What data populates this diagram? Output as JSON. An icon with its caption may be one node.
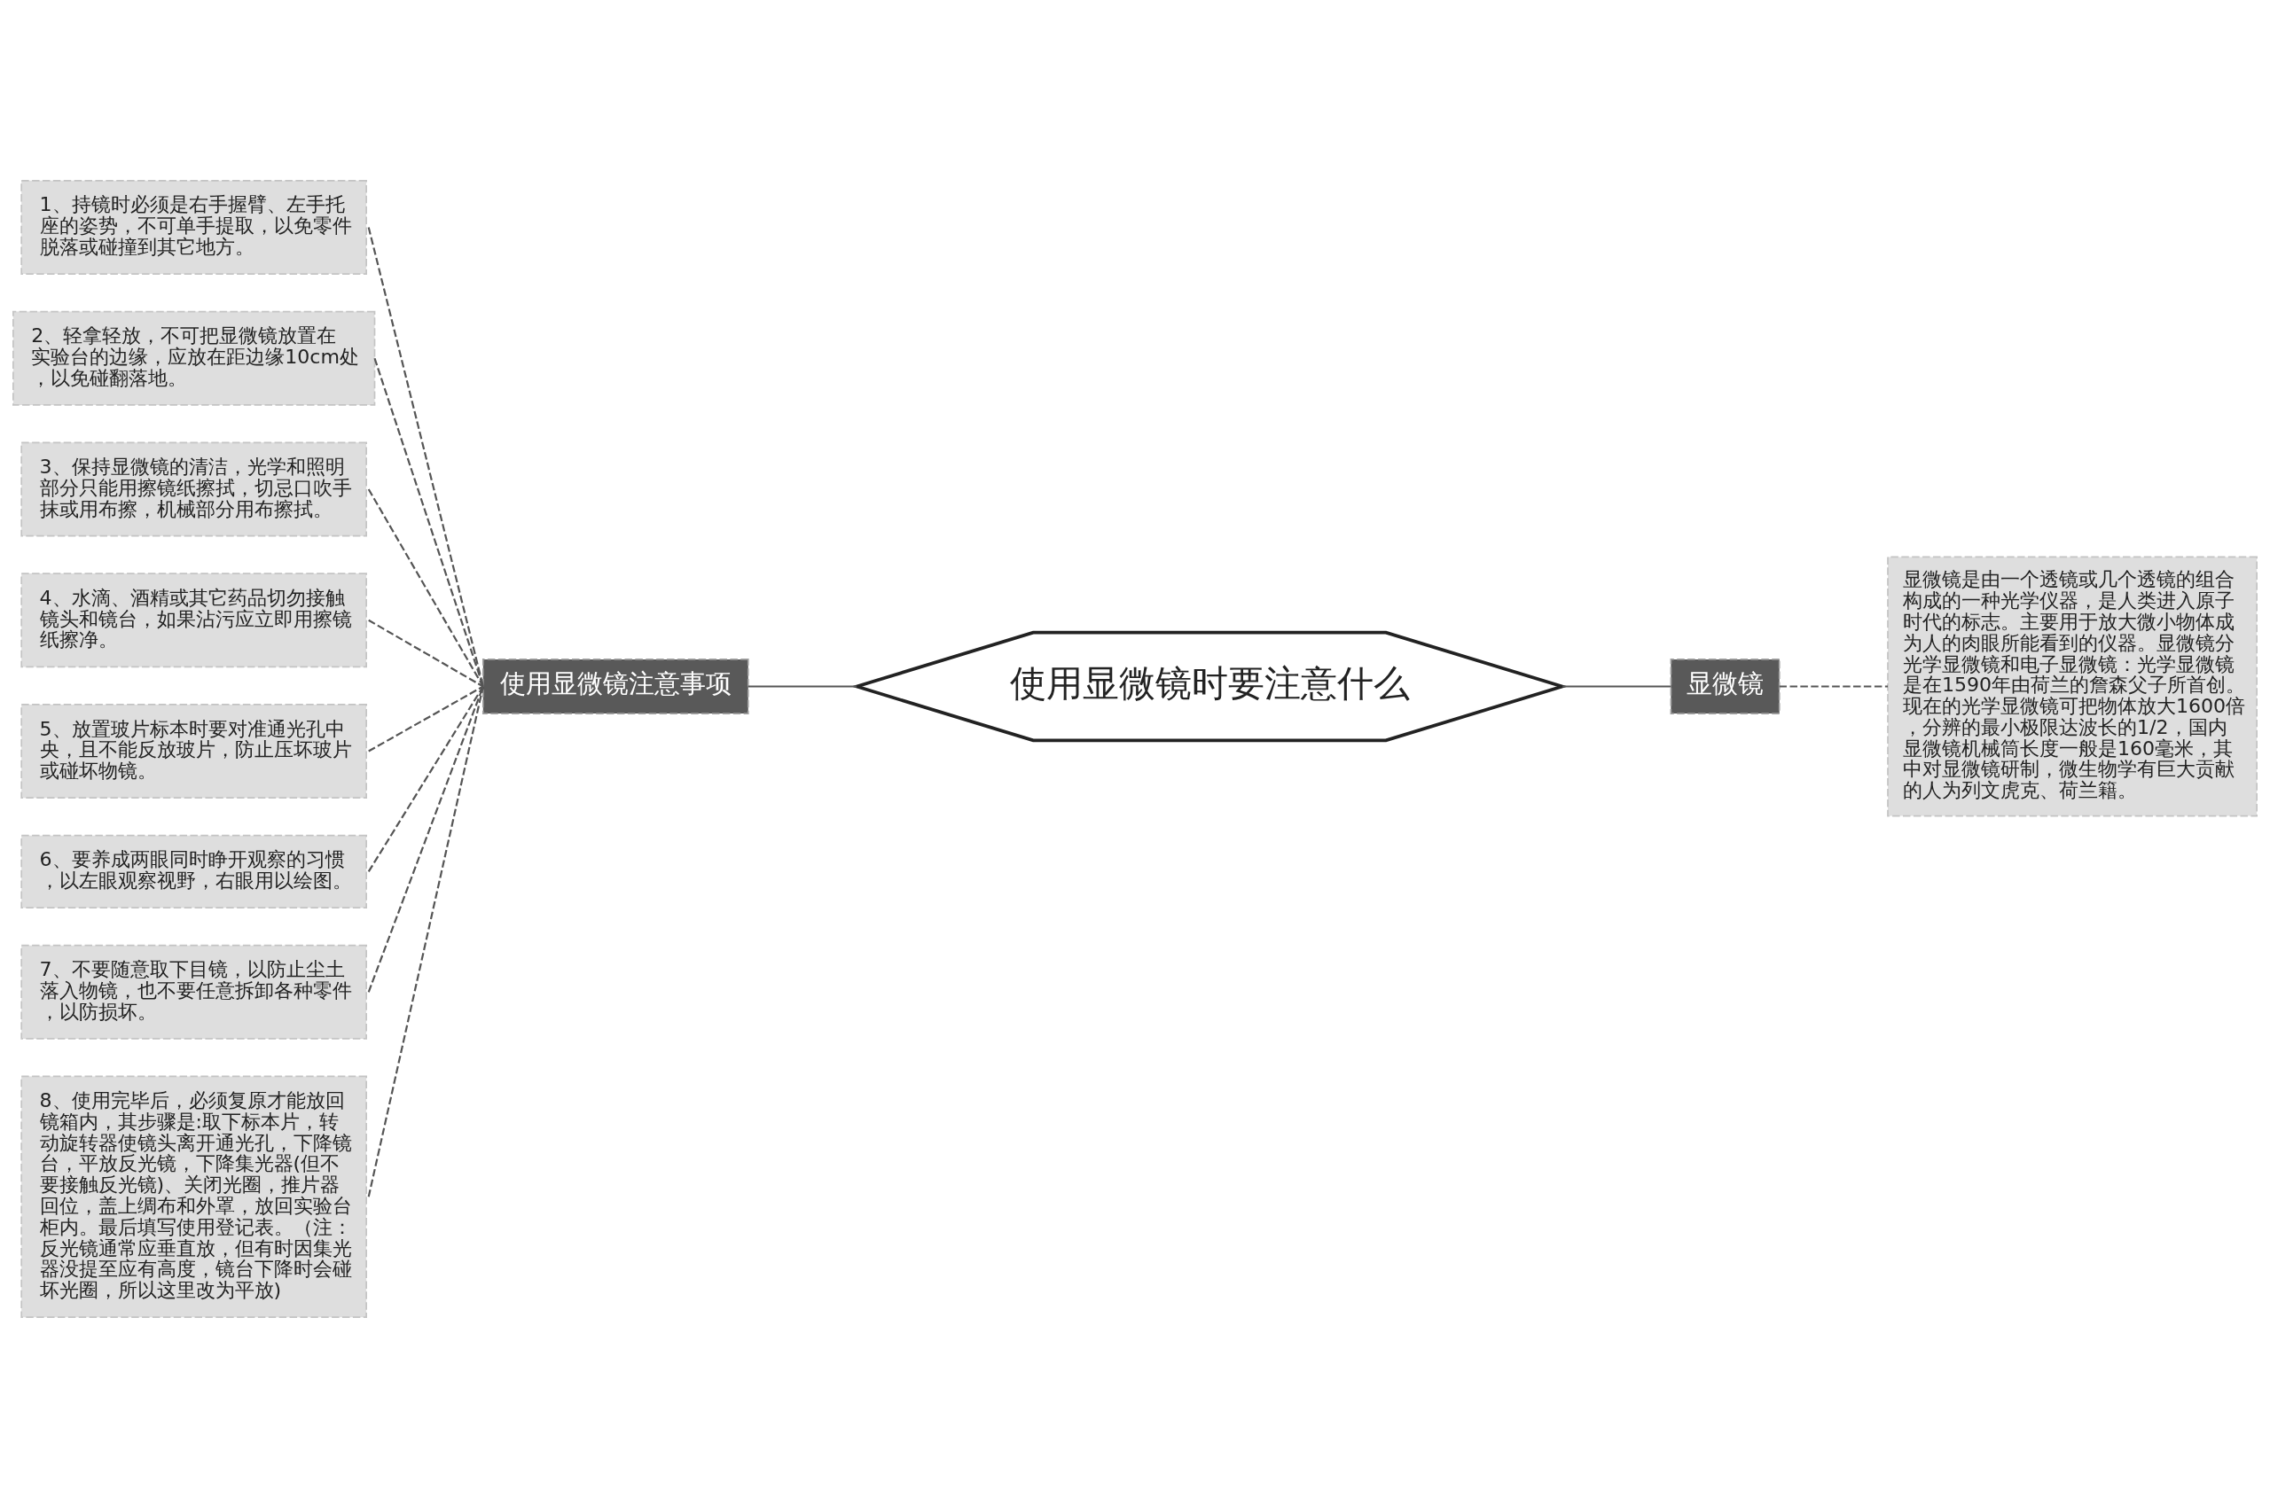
{
  "diagram": {
    "nodes": [
      {
        "text": [
          "使用显微镜时要注意什么"
        ]
      },
      {
        "text": [
          "使用显微镜注意事项"
        ]
      },
      {
        "text": [
          "1、持镜时必须是右手握臂、左手托座的姿势，不可单手提取，以免零件脱落或碰撞到其它地方。"
        ]
      },
      {
        "text": [
          "2、轻拿轻放，不可把显微镜放置在实验台的边缘，应放在距边缘10cm处，以免碰翻落地。"
        ]
      },
      {
        "text": [
          "3、保持显微镜的清洁，光学和照明部分只能用擦镜纸擦拭，切忌口吹手抹或用布擦，机械部分用布擦拭。"
        ]
      },
      {
        "text": [
          "4、水滴、酒精或其它药品切勿接触镜头和镜台，如果沾污应立即用擦镜纸擦净。"
        ]
      },
      {
        "text": [
          "5、放置玻片标本时要对准通光孔中央，且不能反放玻片，防止压坏玻片或碰坏物镜。"
        ]
      },
      {
        "text": [
          "6、要养成两眼同时睁开观察的习惯，以左眼观察视野，右眼用以绘图。"
        ]
      },
      {
        "text": [
          "7、不要随意取下目镜，以防止尘土落入物镜，也不要任意拆卸各种零件，以防损坏。"
        ]
      },
      {
        "text": [
          "8、使用完毕后，必须复原才能放回镜箱内，其步骤是:取下标本片，转动旋转器使镜头离开通光孔，下降镜台，平放反光镜，下降集光器(但不要接触反光镜)、关闭光圈，推片器回位，盖上绸布和外罩，放回实验台柜内。最后填写使用登记表。（注：反光镜通常应垂直放，但有时因集光器没提至应有高度，镜台下降时会碰坏光圈，所以这里改为平放)"
        ]
      },
      {
        "text": [
          "显微镜"
        ]
      },
      {
        "text": [
          "显微镜是由一个透镜或几个透镜的组合构成的一种光学仪器，是人类进入原子时代的标志。主要用于放大微小物体成为人的肉眼所能看到的仪器。显微镜分光学显微镜和电子显微镜：光学显微镜是在1590年由荷兰的詹森父子所首创。现在的光学显微镜可把物体放大1600倍，分辨的最小极限达波长的1/2，国内显微镜机械筒长度一般是160毫米，其中对显微镜研制，微生物学有巨大贡献的人为列文虎克、荷兰籍。"
        ]
      }
    ],
    "edges": [
      {
        "from": 2,
        "to": 1,
        "arrow": "none",
        "style": "dashed"
      },
      {
        "from": 3,
        "to": 1,
        "arrow": "none",
        "style": "dashed"
      },
      {
        "from": 4,
        "to": 1,
        "arrow": "none",
        "style": "dashed"
      },
      {
        "from": 5,
        "to": 1,
        "arrow": "none",
        "style": "dashed"
      },
      {
        "from": 6,
        "to": 1,
        "arrow": "none",
        "style": "dashed"
      },
      {
        "from": 7,
        "to": 1,
        "arrow": "none",
        "style": "dashed"
      },
      {
        "from": 8,
        "to": 1,
        "arrow": "none",
        "style": "dashed"
      },
      {
        "from": 9,
        "to": 1,
        "arrow": "none",
        "style": "dashed"
      },
      {
        "from": 1,
        "to": 0,
        "arrow": "none"
      },
      {
        "from": 0,
        "to": 10,
        "arrow": "none"
      },
      {
        "from": 10,
        "to": 11,
        "arrow": "none",
        "style": "dashed"
      }
    ]
  }
}
